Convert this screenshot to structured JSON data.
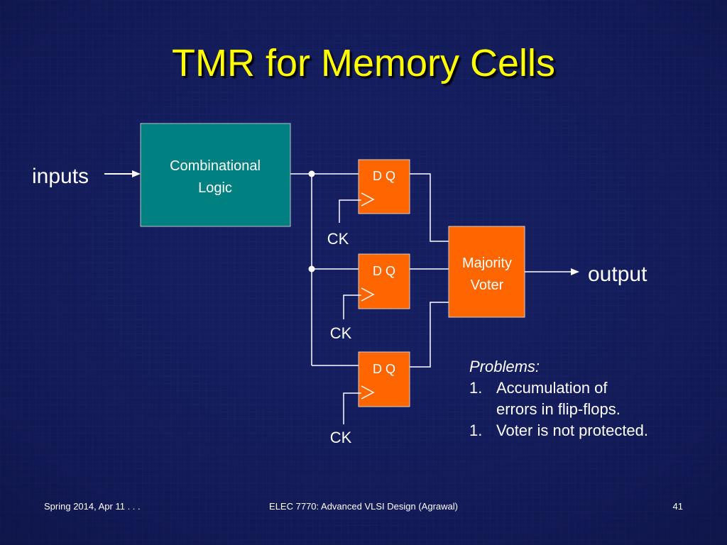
{
  "slide": {
    "title": "TMR for Memory Cells",
    "footer": {
      "left": "Spring 2014, Apr 11 . . .",
      "center": "ELEC 7770: Advanced VLSI Design (Agrawal)",
      "right": "41"
    }
  },
  "diagram": {
    "inputs_label": "inputs",
    "output_label": "output",
    "comb_logic": {
      "line1": "Combinational",
      "line2": "Logic"
    },
    "flip_flops": [
      {
        "label": "D Q",
        "clock": "CK"
      },
      {
        "label": "D Q",
        "clock": "CK"
      },
      {
        "label": "D Q",
        "clock": "CK"
      }
    ],
    "voter": {
      "line1": "Majority",
      "line2": "Voter"
    },
    "colors": {
      "comb_logic_fill": "#008080",
      "flip_flop_fill": "#ff6600",
      "voter_fill": "#ff6600",
      "wire": "#ffffff",
      "title": "#ffff00",
      "background": "#141c5a"
    }
  },
  "problems": {
    "heading": "Problems:",
    "items": [
      {
        "num": "1.",
        "line1": "Accumulation of",
        "line2": "errors in flip-flops."
      },
      {
        "num": "1.",
        "line1": "Voter is not protected.",
        "line2": ""
      }
    ]
  }
}
